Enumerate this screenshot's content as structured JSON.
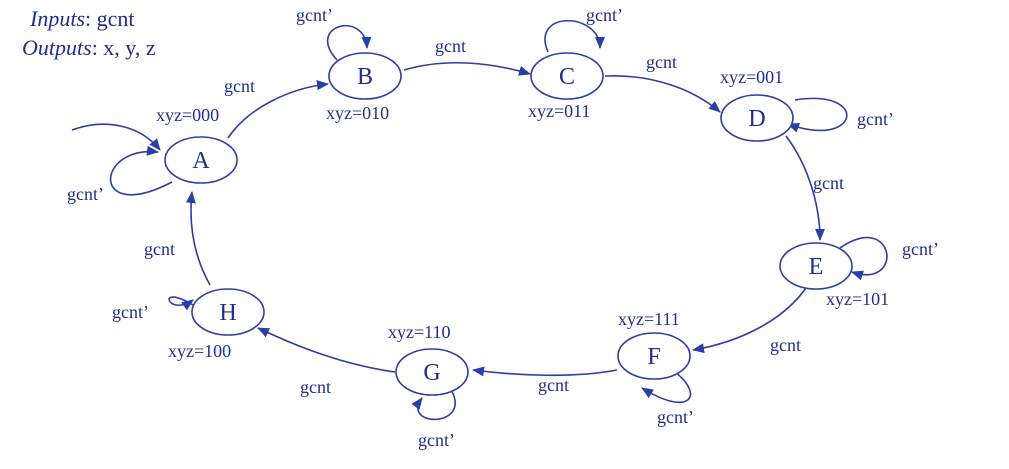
{
  "inputs_label": "Inputs",
  "inputs_value": ": gcnt",
  "outputs_label": "Outputs",
  "outputs_value": ": x, y, z",
  "states": {
    "A": {
      "name": "A",
      "output": "xyz=000"
    },
    "B": {
      "name": "B",
      "output": "xyz=010"
    },
    "C": {
      "name": "C",
      "output": "xyz=011"
    },
    "D": {
      "name": "D",
      "output": "xyz=001"
    },
    "E": {
      "name": "E",
      "output": "xyz=101"
    },
    "F": {
      "name": "F",
      "output": "xyz=111"
    },
    "G": {
      "name": "G",
      "output": "xyz=110"
    },
    "H": {
      "name": "H",
      "output": "xyz=100"
    }
  },
  "transitions": {
    "A_B": "gcnt",
    "B_C": "gcnt",
    "C_D": "gcnt",
    "D_E": "gcnt",
    "E_F": "gcnt",
    "F_G": "gcnt",
    "G_H": "gcnt",
    "H_A": "gcnt"
  },
  "self_loops": {
    "A": "gcnt’",
    "B": "gcnt’",
    "C": "gcnt’",
    "D": "gcnt’",
    "E": "gcnt’",
    "F": "gcnt’",
    "G": "gcnt’",
    "H": "gcnt’"
  },
  "colors": {
    "ink": "#1f2f8f",
    "stroke": "#2b3ea6"
  }
}
